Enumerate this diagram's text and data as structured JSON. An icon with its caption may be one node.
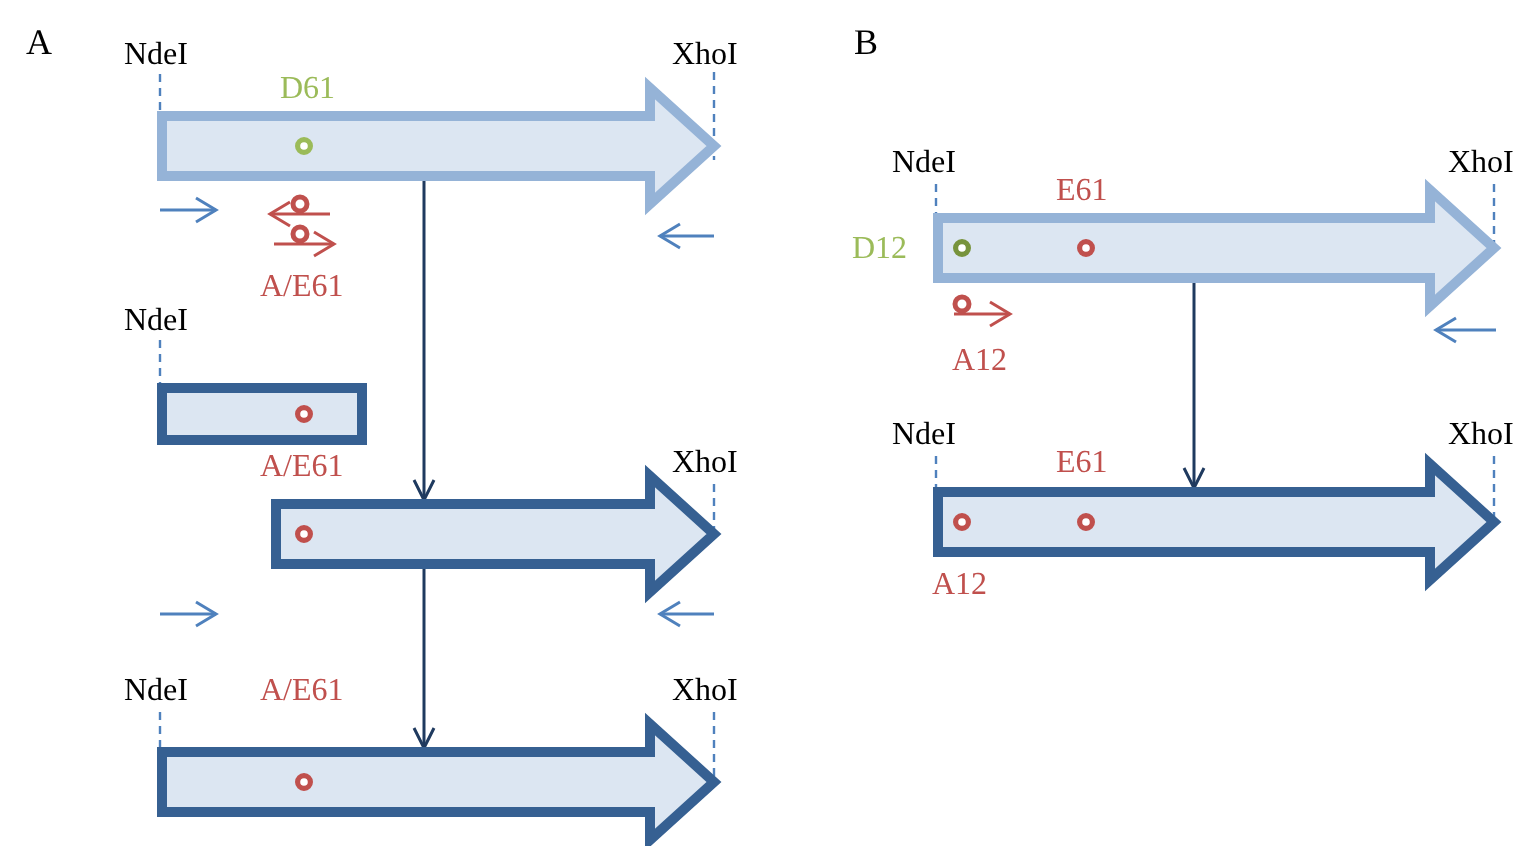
{
  "diagram": {
    "nodes": [
      {
        "text": [],
        "shape": "arrow",
        "beside": [
          "NdeI",
          "D61",
          "XhoI"
        ]
      },
      {
        "text": [],
        "shape": "box",
        "beside": [
          "NdeI"
        ]
      },
      {
        "text": [],
        "shape": "arrow",
        "beside": [
          "A/E61",
          "XhoI"
        ]
      },
      {
        "text": [],
        "shape": "arrow",
        "beside": [
          "NdeI",
          "A/E61",
          "XhoI"
        ]
      },
      {
        "text": [],
        "shape": "arrow",
        "beside": [
          "NdeI",
          "E61",
          "XhoI",
          "D12"
        ]
      },
      {
        "text": [],
        "shape": "arrow",
        "beside": [
          "NdeI",
          "E61",
          "XhoI",
          "A12"
        ]
      }
    ],
    "edges": [
      {
        "from": 0,
        "to": 2,
        "arrow": "to"
      },
      {
        "from": 2,
        "to": 3,
        "arrow": "to"
      },
      {
        "from": 4,
        "to": 5,
        "arrow": "to"
      }
    ],
    "labels": [
      "A",
      "B",
      "A/E61",
      "A12"
    ]
  }
}
